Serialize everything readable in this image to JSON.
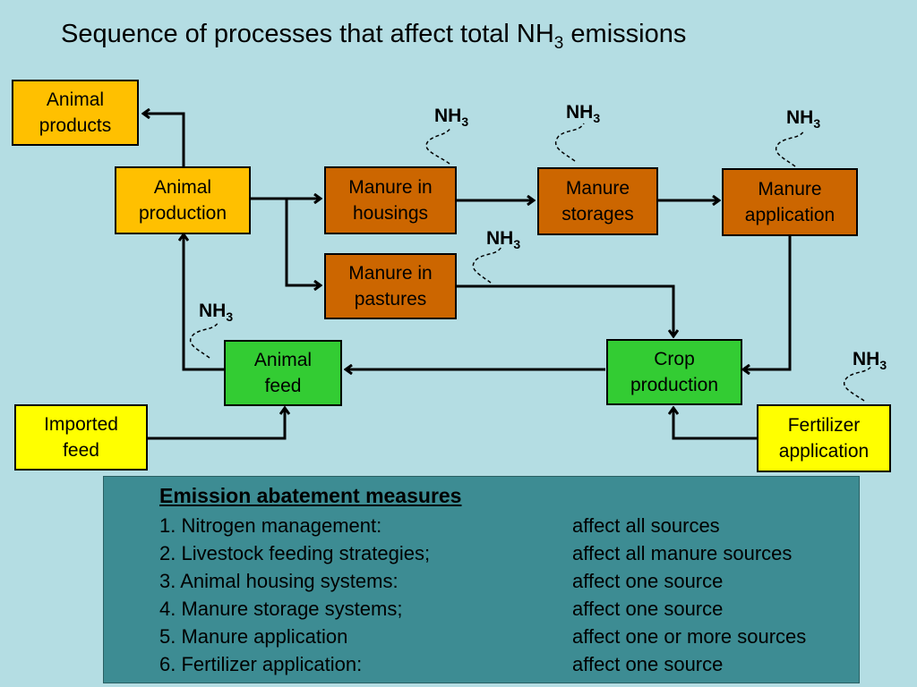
{
  "title": {
    "prefix": "Sequence of processes that affect total NH",
    "sub": "3",
    "suffix": " emissions"
  },
  "boxes": {
    "animal_products": {
      "line1": "Animal",
      "line2": "products"
    },
    "animal_production": {
      "line1": "Animal",
      "line2": "production"
    },
    "manure_housings": {
      "line1": "Manure in",
      "line2": "housings"
    },
    "manure_storages": {
      "line1": "Manure",
      "line2": "storages"
    },
    "manure_application": {
      "line1": "Manure",
      "line2": "application"
    },
    "manure_pastures": {
      "line1": "Manure in",
      "line2": "pastures"
    },
    "animal_feed": {
      "line1": "Animal",
      "line2": "feed"
    },
    "crop_production": {
      "line1": "Crop",
      "line2": "production"
    },
    "imported_feed": {
      "line1": "Imported",
      "line2": "feed"
    },
    "fertilizer_application": {
      "line1": "Fertilizer",
      "line2": "application"
    }
  },
  "emission_label": {
    "text": "NH",
    "sub": "3"
  },
  "colors": {
    "background": "#b4dde3",
    "yellow": "#ffff00",
    "orange": "#ffc000",
    "brown": "#cc6600",
    "green": "#33cc33",
    "panel": "#3d8c93"
  },
  "measures": {
    "heading": "Emission abatement measures",
    "items": [
      {
        "name": "1. Nitrogen management:",
        "effect": "affect all sources"
      },
      {
        "name": "2. Livestock feeding strategies;",
        "effect": "affect all manure sources"
      },
      {
        "name": "3. Animal housing systems:",
        "effect": "affect one source"
      },
      {
        "name": "4. Manure storage systems;",
        "effect": "affect one source"
      },
      {
        "name": "5. Manure application",
        "effect": "affect one or more sources"
      },
      {
        "name": "6. Fertilizer application:",
        "effect": "affect one source"
      }
    ]
  }
}
